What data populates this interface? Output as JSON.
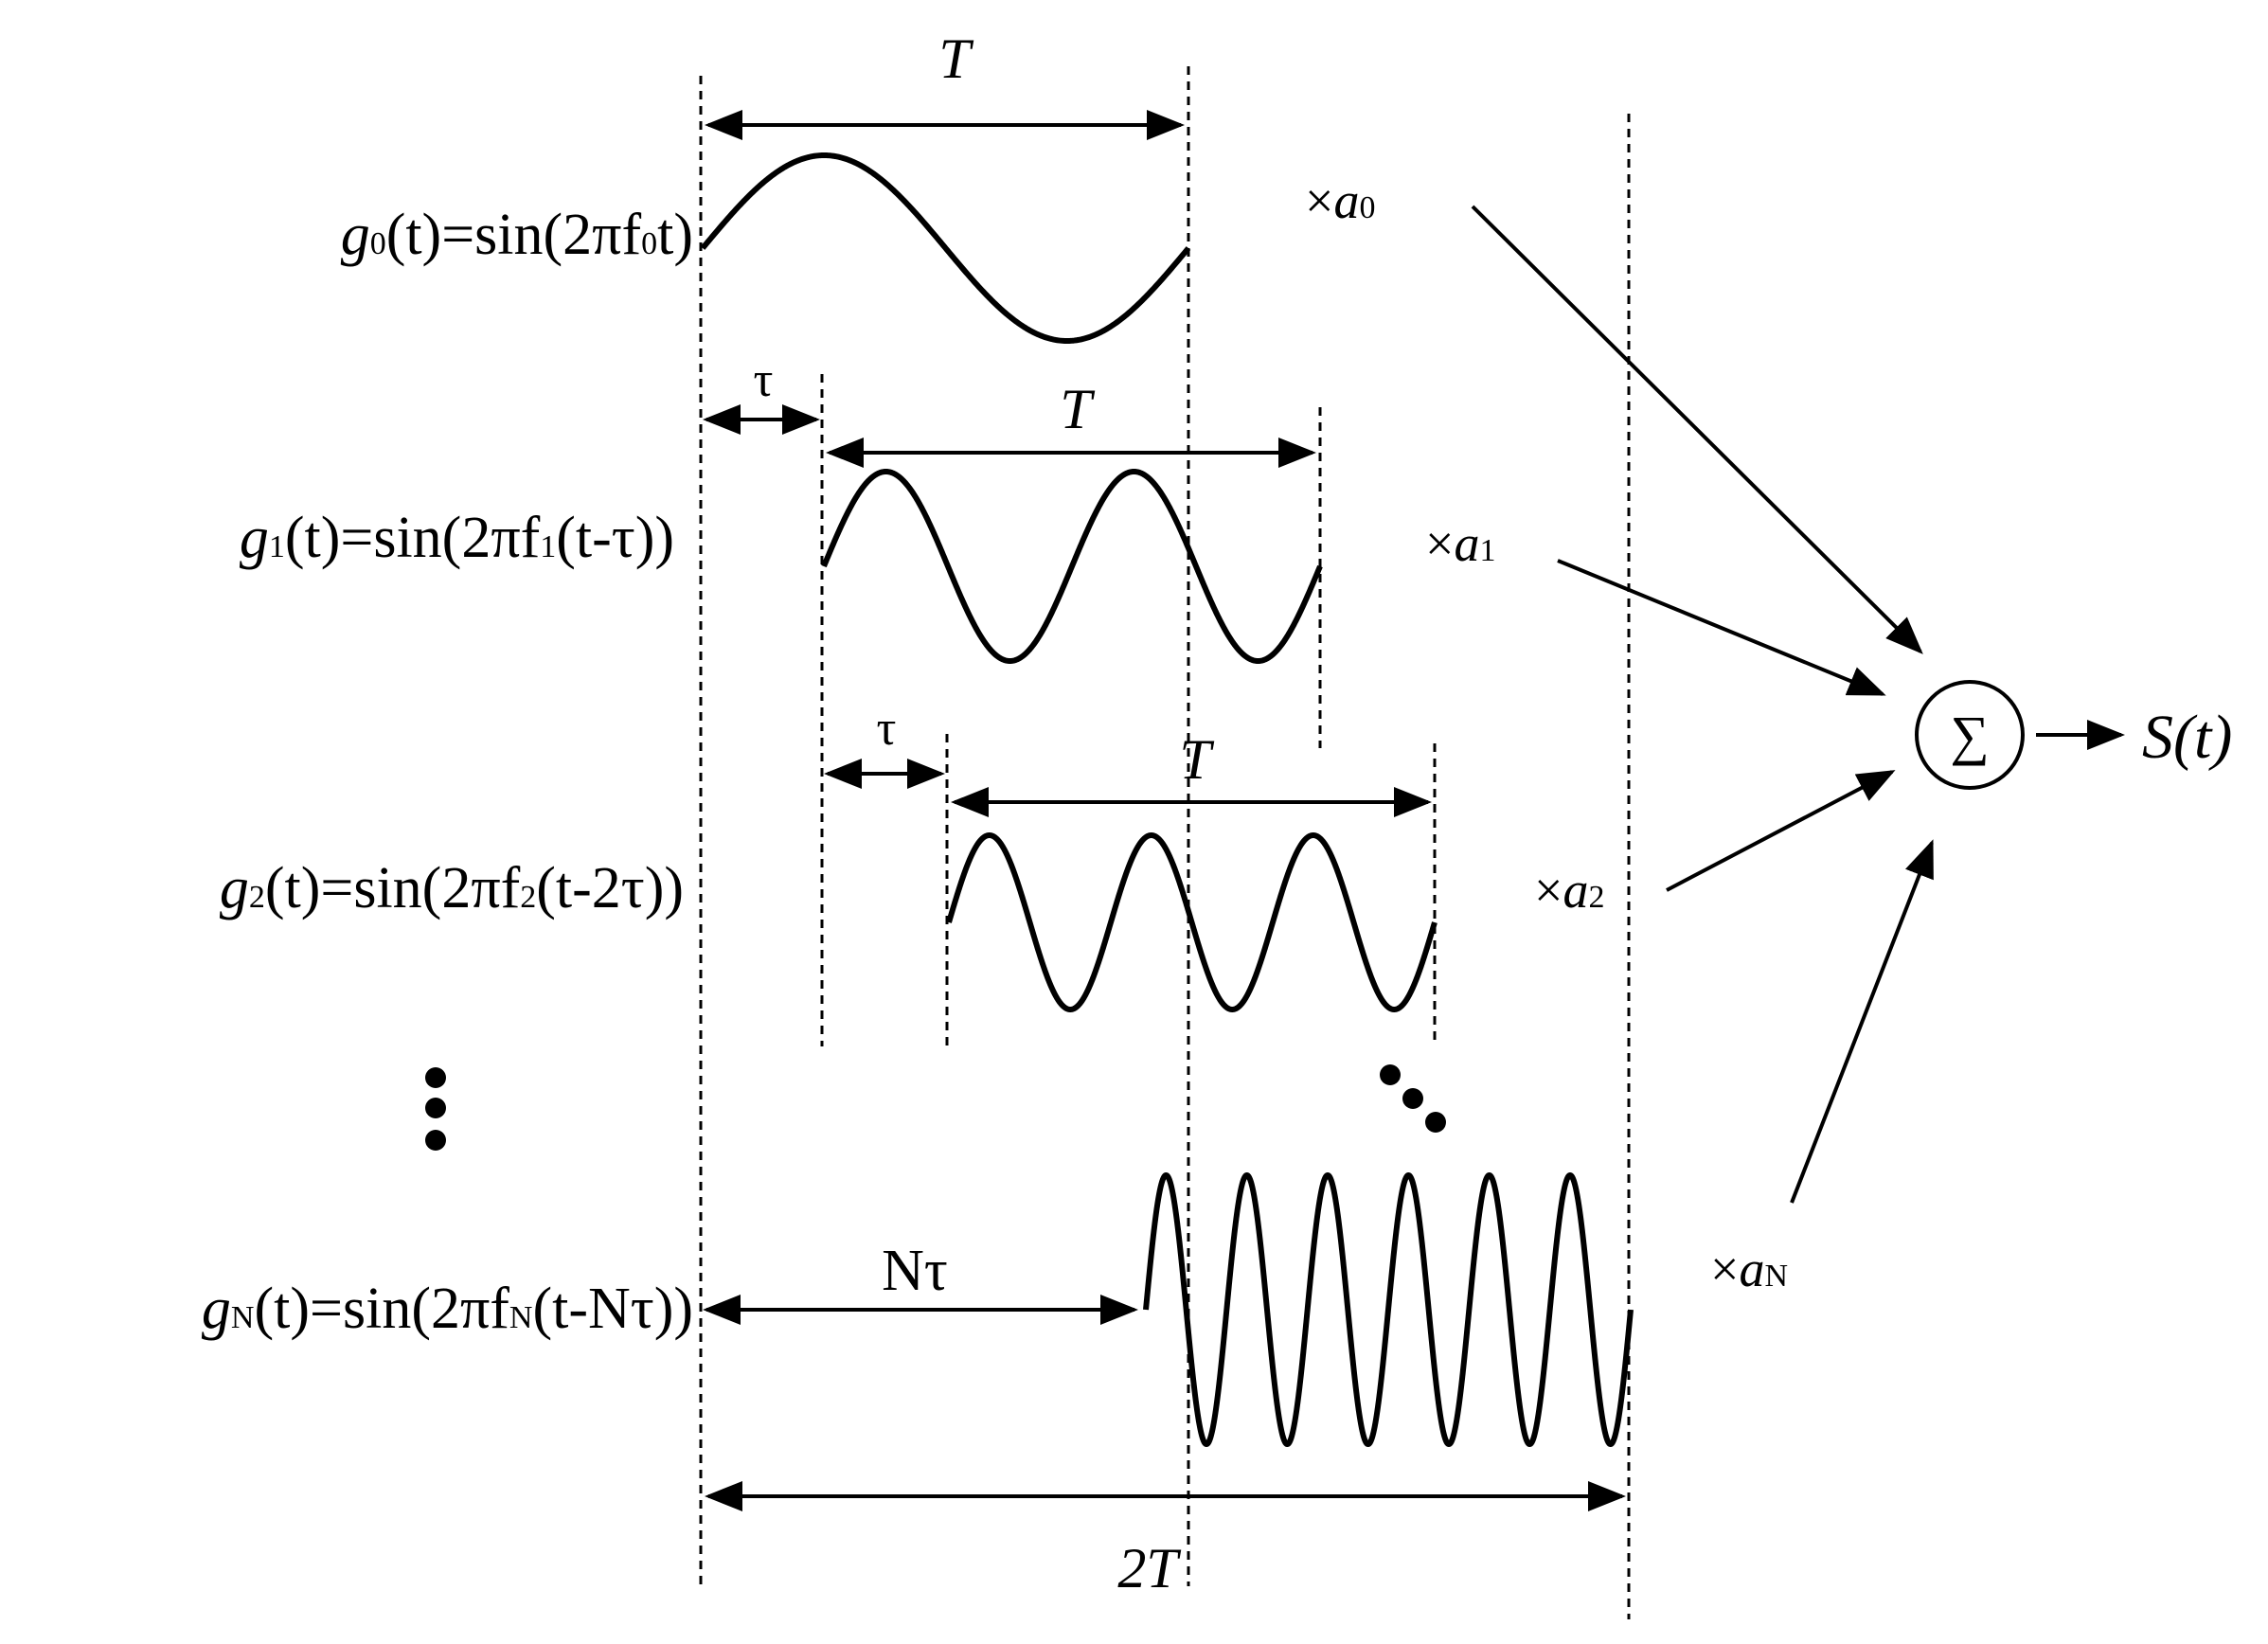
{
  "period_label": "T",
  "double_period_label": "2T",
  "delay_label": "τ",
  "n_delay_label": "Nτ",
  "ellipsis_dots": "• • •",
  "equations": [
    {
      "func": "g",
      "sub": "0",
      "arg": "(t)=sin(2πf",
      "fsub": "0",
      "tail": "t)"
    },
    {
      "func": "g",
      "sub": "1",
      "arg": "(t)=sin(2πf",
      "fsub": "1",
      "tail": "(t-τ))"
    },
    {
      "func": "g",
      "sub": "2",
      "arg": "(t)=sin(2πf",
      "fsub": "2",
      "tail": "(t-2τ))"
    },
    {
      "func": "g",
      "sub": "N",
      "arg": "(t)=sin(2πf",
      "fsub": "N",
      "tail": "(t-Nτ))"
    }
  ],
  "multipliers": [
    {
      "prefix": "×",
      "coef": "a",
      "sub": "0"
    },
    {
      "prefix": "×",
      "coef": "a",
      "sub": "1"
    },
    {
      "prefix": "×",
      "coef": "a",
      "sub": "2"
    },
    {
      "prefix": "×",
      "coef": "a",
      "sub": "N"
    }
  ],
  "summer_symbol": "∑",
  "output_label": "S(t)",
  "waves": [
    {
      "cycles": 1
    },
    {
      "cycles": 2
    },
    {
      "cycles": 3
    },
    {
      "cycles": 6
    }
  ]
}
